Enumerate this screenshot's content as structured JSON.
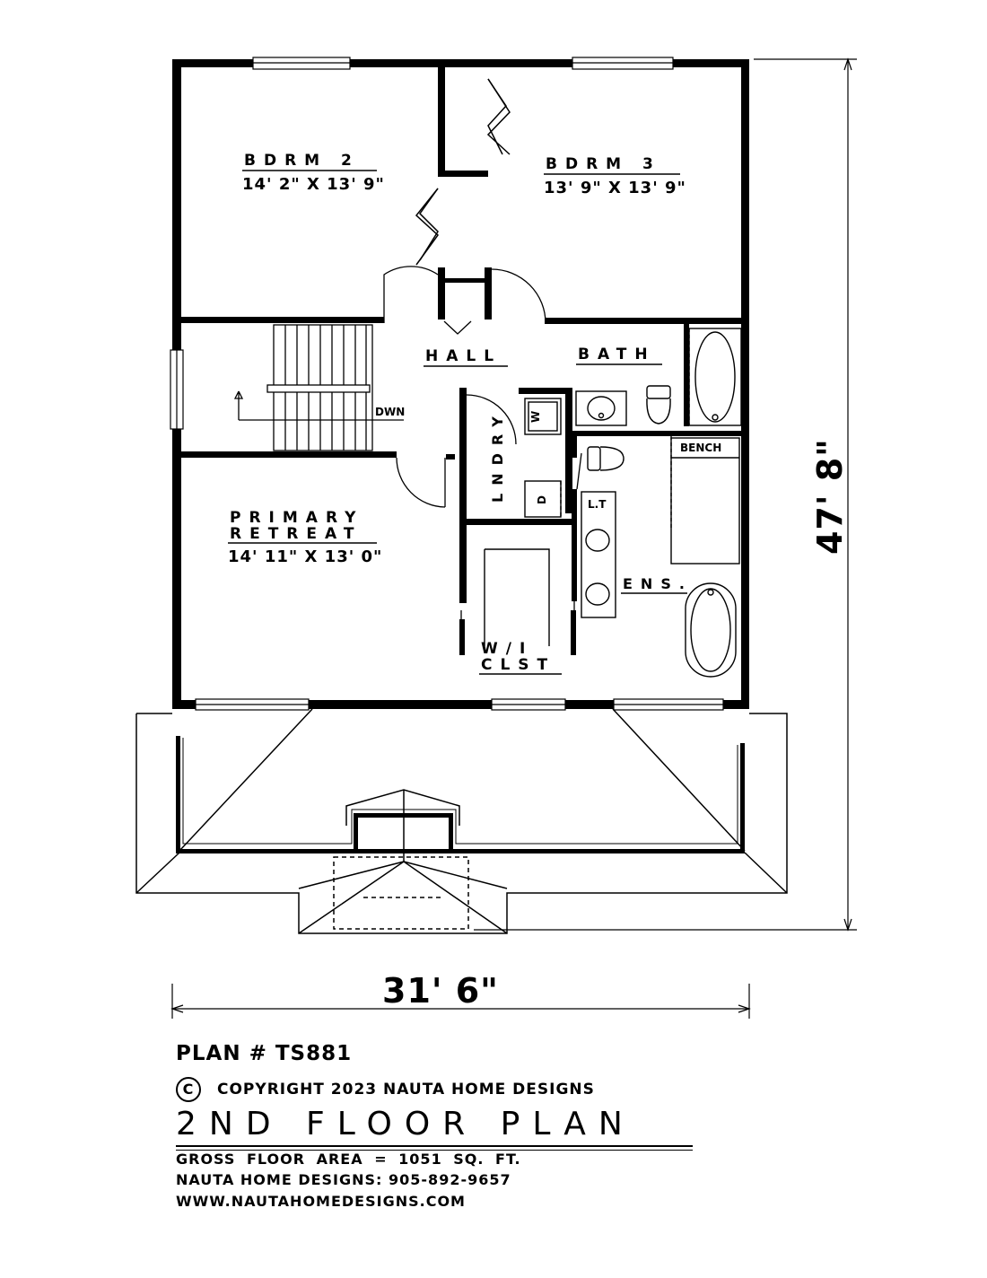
{
  "rooms": {
    "bdrm2": {
      "name": "BDRM 2",
      "size": "14' 2\" X 13' 9\""
    },
    "bdrm3": {
      "name": "BDRM 3",
      "size": "13' 9\" X 13' 9\""
    },
    "hall": "HALL",
    "bath": "BATH",
    "lndry": "LNDRY",
    "primary": {
      "name_line1": "PRIMARY",
      "name_line2": "RETREAT",
      "size": "14' 11\" X 13' 0\""
    },
    "wic_line1": "W/I",
    "wic_line2": "CLST",
    "ens": "ENS.",
    "bench": "BENCH",
    "lt": "L.T",
    "washer": "W",
    "dryer": "D",
    "stair_dir": "DWN"
  },
  "dimensions": {
    "width": "31' 6\"",
    "depth": "47' 8\""
  },
  "title_block": {
    "plan_number": "PLAN # TS881",
    "copyright_symbol": "C",
    "copyright": "COPYRIGHT 2023 NAUTA HOME DESIGNS",
    "title": "2ND FLOOR PLAN",
    "area": "GROSS  FLOOR AREA  =  1051  SQ. FT.",
    "phone": "NAUTA HOME DESIGNS:  905-892-9657",
    "website": "WWW.NAUTAHOMEDESIGNS.COM"
  }
}
